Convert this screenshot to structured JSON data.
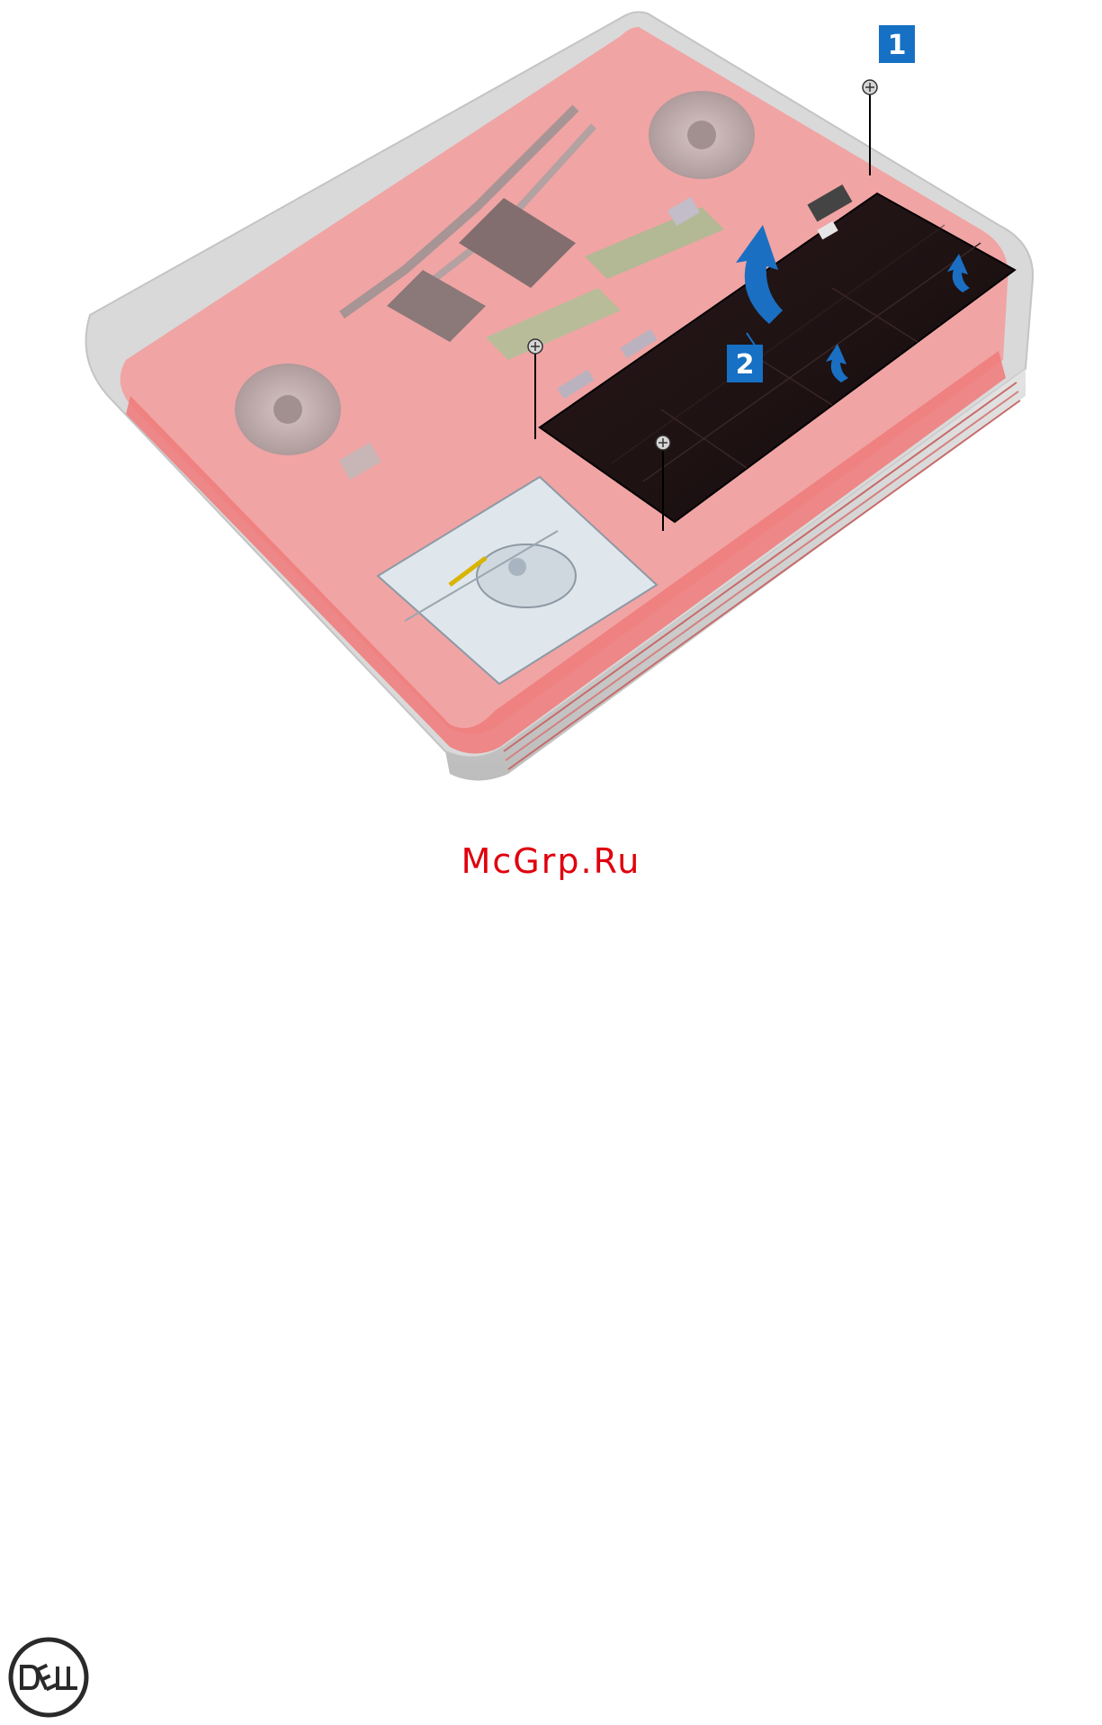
{
  "figure": {
    "callout_1": "1",
    "callout_2": "2"
  },
  "watermark": {
    "text": "McGrp.Ru"
  },
  "logo": {
    "brand": "DELL",
    "icon": "dell-logo"
  },
  "colors": {
    "highlight_red": "#f26b6b",
    "callout_blue": "#1670c4",
    "battery_black": "#1a0f10",
    "watermark_red": "#e0000d"
  }
}
